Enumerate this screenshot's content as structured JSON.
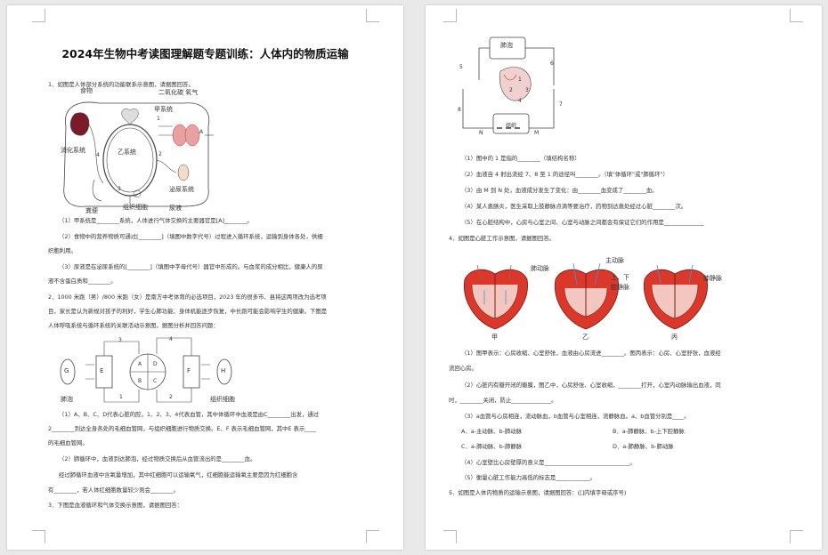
{
  "title": "2024年生物中考读图理解题专题训练：人体内的物质运输",
  "left": {
    "q1": {
      "stem": "1．如图是人体部分系统的功能联系示意图，请据图回答。",
      "labels": {
        "food": "食物",
        "co2_o2": "二氧化碳 氧气",
        "jia": "甲系统",
        "digest": "消化系统",
        "yi": "乙系统",
        "n1": "1",
        "n2": "2",
        "n3": "3",
        "n4": "4",
        "A": "A",
        "urinary": "泌尿系统",
        "feces": "粪便",
        "tissue": "组织细胞",
        "urine": "尿液"
      },
      "p1": "（1）甲系统是________系统，人体进行气体交换的主要器官是[A]________。",
      "p2a": "（2）食物中的营养物质可通过[________]（填图中数字代号）过程进入循环系统，运输到身体各处，供细",
      "p2b": "织胞利用。",
      "p3a": "（3）尿液是在泌尿系统的[________]（填图中字母代号）器官中形成的。与血浆的成分相比，健康人的尿",
      "p3b": "液不含蛋白质和________。"
    },
    "q2": {
      "a": "2．1000 米跑（男）/800 米跑（女）是南方中考体育的必选项目，2023 年的很多市、县将这两项改为选考项",
      "b": "目，家长是认为新规对孩子的利好，学生心肺功能、身体机能逐步恢复，中长跑可能会影响学生的健康。下图是",
      "c": "人体呼吸系统与循环系统的关联活动示意图，据图分析并回答问题：",
      "labels": {
        "G": "G",
        "E": "E",
        "A": "A",
        "D": "D",
        "B": "B",
        "C": "C",
        "F": "F",
        "H": "H",
        "n1": "1",
        "n2": "2",
        "n3": "3",
        "n4": "4",
        "lung": "肺泡",
        "tissue": "组织细胞"
      },
      "p1a": "（1）A、B、C、D代表心脏的腔，1、2、3、4代表血管，其中体循环中血液是由C________出发，通过",
      "p1b": "2________到达全身各处的毛细血管网，与组织细胞进行物质交换。E、F 表示毛细血管网，其中E 表示____",
      "p1c": "的毛细血管网。",
      "p2": "（2）肺循环中，血液到达肺泡，经过物质交换后从血管流出的是________血。",
      "p3a": "经过肺循环血液中含氧量增加，其中红细胞可以运输氧气，红细胞能运输氧主要是因为红细胞含",
      "p3b": "有________，若人体红细胞数量较少则会________。",
      "q3": "3．下图是血液循环和气体交换示意图，请据图回答："
    }
  },
  "right": {
    "diagram": {
      "lung": "肺泡",
      "n5": "5",
      "n6": "6",
      "n7": "7",
      "n8": "8",
      "n1": "1",
      "n2": "2",
      "n3": "3",
      "n4": "4",
      "tissue": "组织",
      "N": "N",
      "M": "M"
    },
    "q3": {
      "p1": "（1）图中的 1 是指的________（填结构名称）",
      "p2": "（2）血液自 4 射出流经 7、8 至 1 的途径叫________。（填\"体循环\"或\"肺循环\"）",
      "p3": "（3）由 M 到 N 处，血液成分发生了变化：由________血变成了________血。",
      "p4": "（4）某人患肠炎，医生采取上肢静脉点滴等要治疗，药物到达患处经过心脏________次。",
      "p5": "（5）在心脏结构中，心房与心室之间、心室与动脉之间都会有保证它们的作用是______________"
    },
    "q4": {
      "stem": "4．如图是心脏工作示意图，请据图回答。",
      "labels": {
        "main_artery": "主动脉",
        "pulm_artery": "肺动脉",
        "upper_lower": "上、下",
        "vena_cava": "腔静脉",
        "pulm_vein": "肺静脉",
        "jia": "甲",
        "yi": "乙",
        "bing": "丙"
      },
      "p1a": "（1）图甲表示：心房收缩、心室舒张，血液由心房流进________。图丙表示：心房、心室舒张，血液经",
      "p1b": "流回心房。",
      "p2a": "（2）心脏内有瓣开闭的瓣膜，图乙中，心房舒张、心室收缩，________打开，心室内动脉输出血液，同",
      "p2b": "时，________关闭，防止______________。",
      "p3": "（3）a血管与心房相连，流动脉血，b血管与心室相连，流静脉血。a、b血管分别是____。",
      "optA": "A．a-主动脉、b-肺动脉",
      "optB": "B．a-肺静脉、b-上下腔静脉",
      "optC": "C．a-肺动脉、b-肺静脉",
      "optD": "D．a-肺静脉、b-肺动脉",
      "p4": "（4）心室壁比心房壁厚的意义是______________________________。",
      "p5": "（5）衡量心脏工作能力高低的标志是____________。"
    },
    "q5": "5．如图是人体内物质的运输示意图，请据图回答：([]内填字母或序号)"
  }
}
